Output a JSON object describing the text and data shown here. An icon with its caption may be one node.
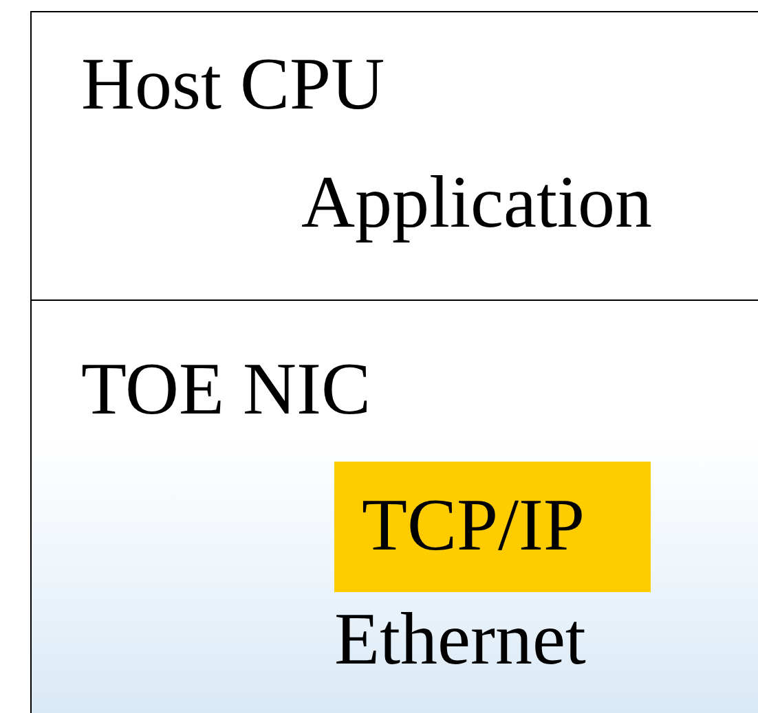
{
  "diagram": {
    "nodes": [
      {
        "text": [
          "Host CPU",
          "Application"
        ]
      },
      {
        "text": [
          "TOE NIC",
          "Ethernet"
        ]
      },
      {
        "text": [
          "TCP/IP"
        ],
        "in": 1
      }
    ],
    "edges": []
  }
}
